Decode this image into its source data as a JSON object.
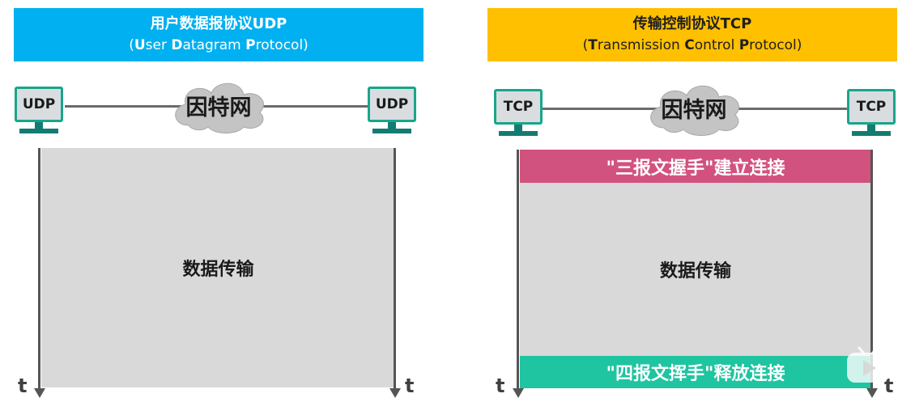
{
  "udp": {
    "title": "用户数据报协议UDP",
    "subtitle": {
      "open": "(",
      "u": "U",
      "ser": "ser ",
      "d": "D",
      "atagram": "atagram ",
      "p": "P",
      "rotocol": "rotocol)"
    },
    "left_host": "UDP",
    "right_host": "UDP",
    "network": "因特网",
    "body": "数据传输",
    "time_left": "t",
    "time_right": "t"
  },
  "tcp": {
    "title": "传输控制协议TCP",
    "subtitle": {
      "open": "(",
      "t": "T",
      "ransmission": "ransmission ",
      "c": "C",
      "ontrol": "ontrol ",
      "p": "P",
      "rotocol": "rotocol)"
    },
    "left_host": "TCP",
    "right_host": "TCP",
    "network": "因特网",
    "handshake": "\"三报文握手\"建立连接",
    "body": "数据传输",
    "wave": "\"四报文挥手\"释放连接",
    "time_left": "t",
    "time_right": "t"
  },
  "colors": {
    "udp_title_bg": "#00b0f0",
    "tcp_title_bg": "#ffc000",
    "monitor_border": "#1aa58a",
    "handshake_band": "#d2527f",
    "wave_band": "#1fc4a0",
    "panel": "#d9d9d9"
  }
}
